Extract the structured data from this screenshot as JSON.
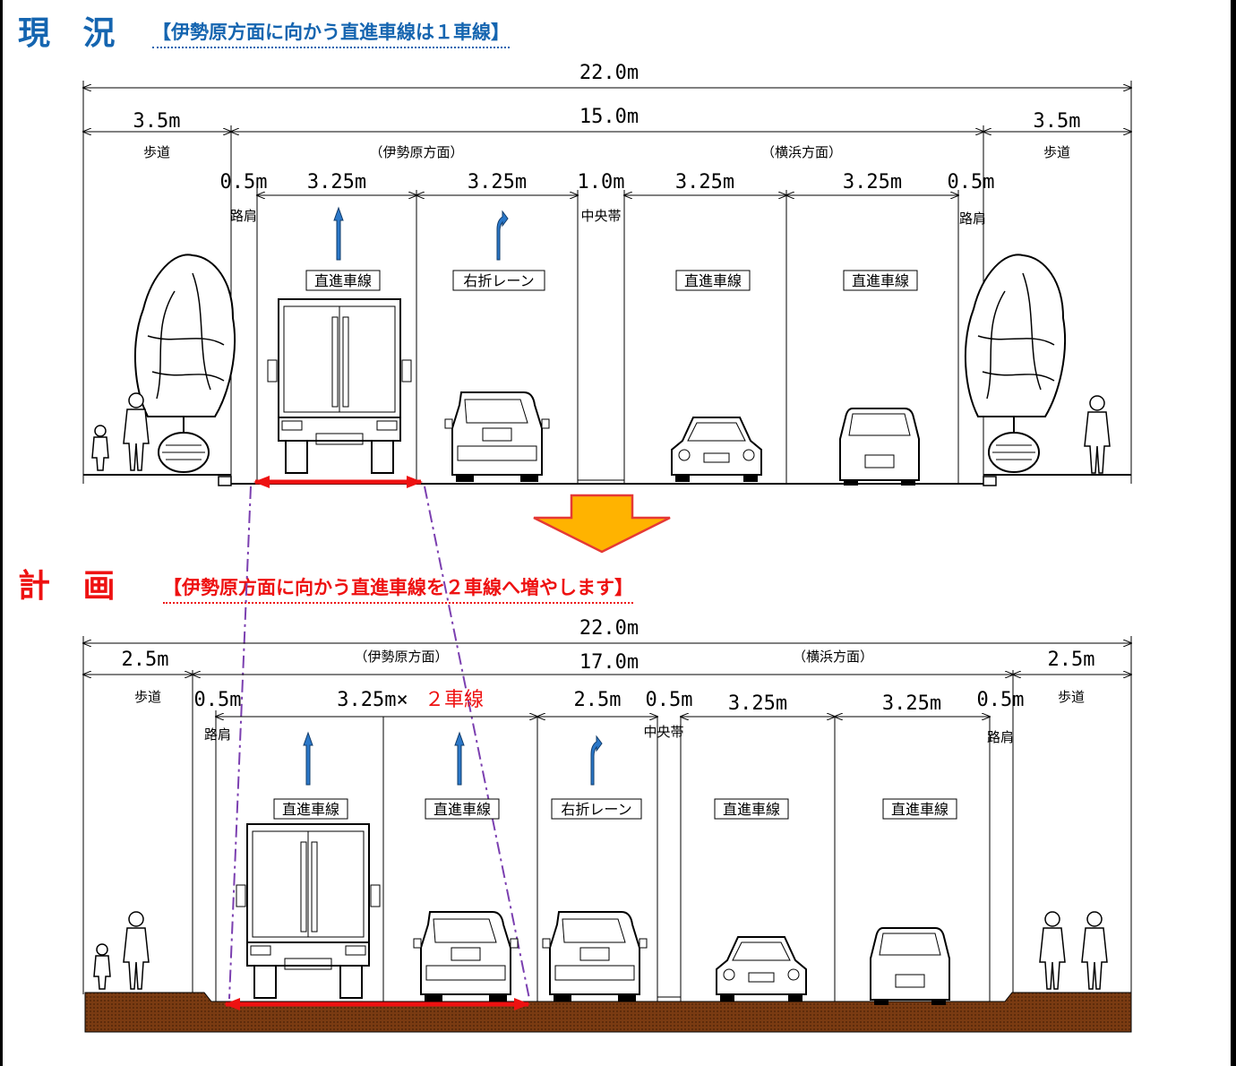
{
  "colors": {
    "current_heading": "#1565b0",
    "plan_heading": "#ee1111",
    "arrow_fill": "#ffb300",
    "arrow_stroke": "#e53935",
    "ground": "#7a3b12",
    "dash_line": "#7b3fb0",
    "lane_arrow": "#2b78c9"
  },
  "current": {
    "title": "現 況",
    "subtitle": "【伊勢原方面に向かう直進車線は１車線】",
    "dims": {
      "total": "22.0m",
      "road": "15.0m",
      "sidewalk_left": "3.5m",
      "sidewalk_right": "3.5m",
      "shoulder_left": "0.5m",
      "lane1": "3.25m",
      "lane2": "3.25m",
      "median": "1.0m",
      "lane3": "3.25m",
      "lane4": "3.25m",
      "shoulder_right": "0.5m"
    },
    "labels": {
      "sidewalk_left": "歩道",
      "sidewalk_right": "歩道",
      "dir_left": "（伊勢原方面）",
      "dir_right": "（横浜方面）",
      "shoulder_left": "路肩",
      "shoulder_right": "路肩",
      "median": "中央帯",
      "lane1": "直進車線",
      "lane2": "右折レーン",
      "lane3": "直進車線",
      "lane4": "直進車線"
    }
  },
  "plan": {
    "title": "計 画",
    "subtitle": "【伊勢原方面に向かう直進車線を２車線へ増やします】",
    "dims": {
      "total": "22.0m",
      "road": "17.0m",
      "sidewalk_left": "2.5m",
      "sidewalk_right": "2.5m",
      "shoulder_left": "0.5m",
      "lanes_prefix": "3.25m×",
      "lanes_suffix": "２車線",
      "right_turn": "2.5m",
      "median": "0.5m",
      "lane3": "3.25m",
      "lane4": "3.25m",
      "shoulder_right": "0.5m"
    },
    "labels": {
      "sidewalk_left": "歩道",
      "sidewalk_right": "歩道",
      "dir_left": "（伊勢原方面）",
      "dir_right": "（横浜方面）",
      "shoulder_left": "路肩",
      "shoulder_right": "路肩",
      "median": "中央帯",
      "lane1": "直進車線",
      "lane2": "直進車線",
      "lane3": "右折レーン",
      "lane4": "直進車線",
      "lane5": "直進車線"
    }
  }
}
